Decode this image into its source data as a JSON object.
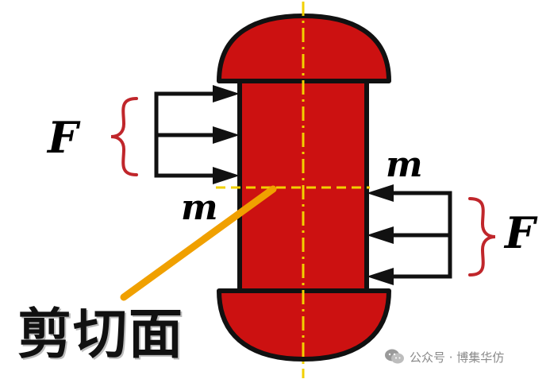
{
  "labels": {
    "force_left": "F",
    "force_right": "F",
    "section_left": "m",
    "section_right": "m",
    "shear_plane": "剪切面"
  },
  "watermark": {
    "text": "公众号 · 博集华仿",
    "icon": "wechat-icon"
  },
  "colors": {
    "body_fill": "#cc1111",
    "outline": "#111111",
    "centerline": "#f2d000",
    "section_line": "#f2d000",
    "pointer_line": "#f0a000",
    "brace": "#c0262b"
  }
}
